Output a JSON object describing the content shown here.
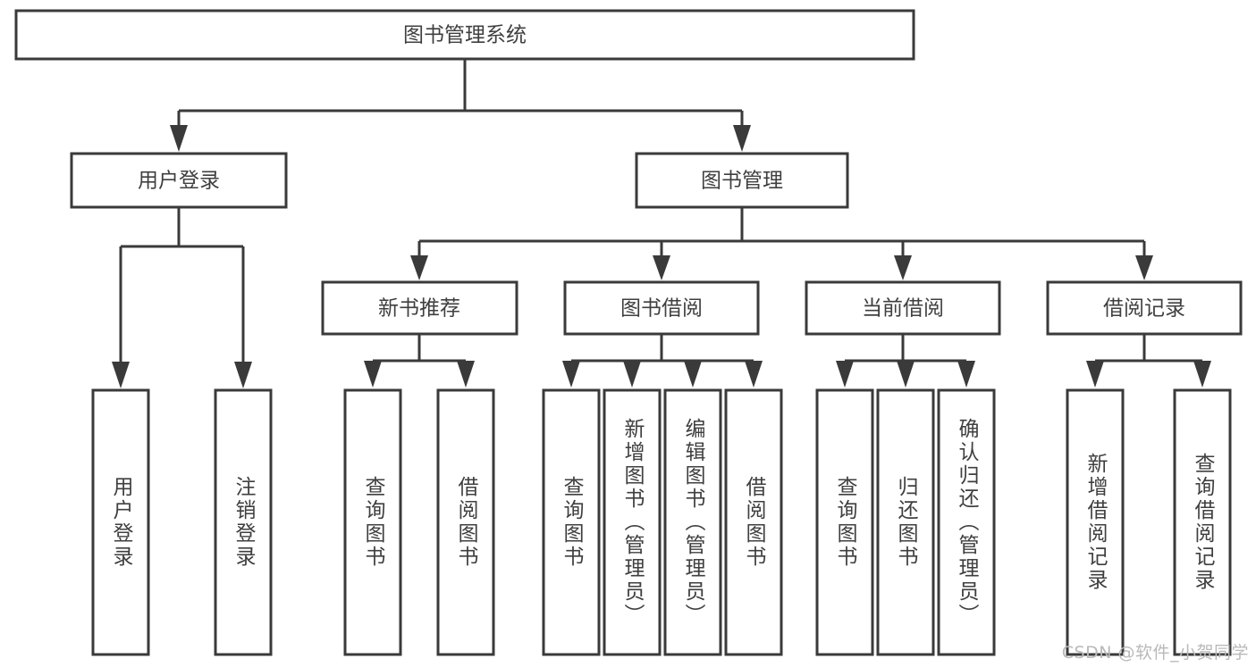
{
  "diagram": {
    "title": "图书管理系统",
    "type": "hierarchy-tree",
    "root": {
      "label": "图书管理系统"
    },
    "level2": [
      {
        "label": "用户登录"
      },
      {
        "label": "图书管理"
      }
    ],
    "level3": [
      {
        "label": "新书推荐"
      },
      {
        "label": "图书借阅"
      },
      {
        "label": "当前借阅"
      },
      {
        "label": "借阅记录"
      }
    ],
    "leaves": {
      "user_login": [
        "用户登录",
        "注销登录"
      ],
      "new_book_recommend": [
        "查询图书",
        "借阅图书"
      ],
      "book_borrow": [
        "查询图书",
        "新增图书（管理员）",
        "编辑图书（管理员）",
        "借阅图书"
      ],
      "current_borrow": [
        "查询图书",
        "归还图书",
        "确认归还（管理员）"
      ],
      "borrow_record": [
        "新增借阅记录",
        "查询借阅记录"
      ]
    }
  },
  "watermark": {
    "text": "CSDN @软件_小贺同学"
  },
  "colors": {
    "stroke": "#3a3a3a",
    "box_fill": "#ffffff",
    "text": "#3f3f3f",
    "watermark": "#b9b9b9",
    "background": "#ffffff"
  }
}
